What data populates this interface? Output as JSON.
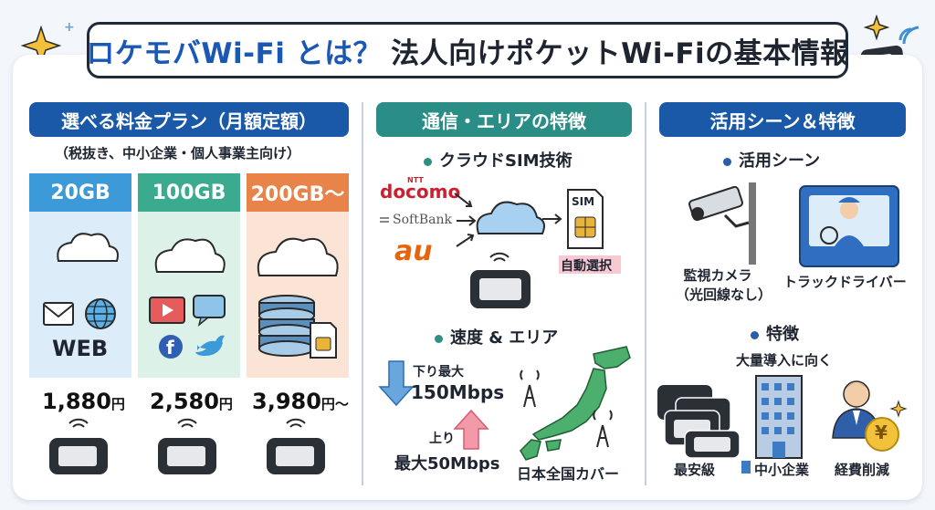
{
  "title": {
    "part1": "ロケモバWi-Fi とは？",
    "part2": "法人向けポケットWi-Fiの基本情報"
  },
  "plans": {
    "heading": "選べる料金プラン（月額定額）",
    "note": "（税抜き、中小企業・個人事業主向け）",
    "items": [
      {
        "name": "20GB",
        "color": "#3d9ad8",
        "bg": "#dcecf8",
        "uses": [
          "WEB"
        ],
        "price": "1,880",
        "unit": "円"
      },
      {
        "name": "100GB",
        "color": "#3aab8f",
        "bg": "#dcf1e8",
        "uses": [],
        "price": "2,580",
        "unit": "円"
      },
      {
        "name": "200GB〜",
        "color": "#e8834a",
        "bg": "#fbe3d5",
        "uses": [],
        "price": "3,980",
        "unit": "円〜"
      }
    ]
  },
  "network": {
    "heading": "通信・エリアの特徴",
    "cloud_sim": {
      "title": "クラウドSIM技術",
      "carriers": [
        "docomo",
        "SoftBank",
        "au"
      ],
      "carrier_prefix": "NTT",
      "sim_label": "SIM",
      "auto_label": "自動選択"
    },
    "speed": {
      "title": "速度 & エリア",
      "down_label": "下り最大",
      "down_value": "150Mbps",
      "up_label": "上り",
      "up_value": "最大50Mbps",
      "coverage": "日本全国カバー"
    }
  },
  "usage": {
    "heading": "活用シーン＆特徴",
    "scenes_title": "活用シーン",
    "scene1_line1": "監視カメラ",
    "scene1_line2": "（光回線なし）",
    "scene2": "トラックドライバー",
    "features_title": "特徴",
    "bulk_label": "大量導入に向く",
    "f1": "最安級",
    "f2": "中小企業",
    "f3": "経費削減",
    "yen_symbol": "¥"
  },
  "colors": {
    "section_head": "#1a59a8",
    "network_head": "#2a8e86",
    "accent_blue": "#3d9ad8",
    "accent_green": "#3aab8f",
    "accent_orange": "#e8834a",
    "docomo_red": "#cc1f30",
    "au_orange": "#e8640c"
  }
}
